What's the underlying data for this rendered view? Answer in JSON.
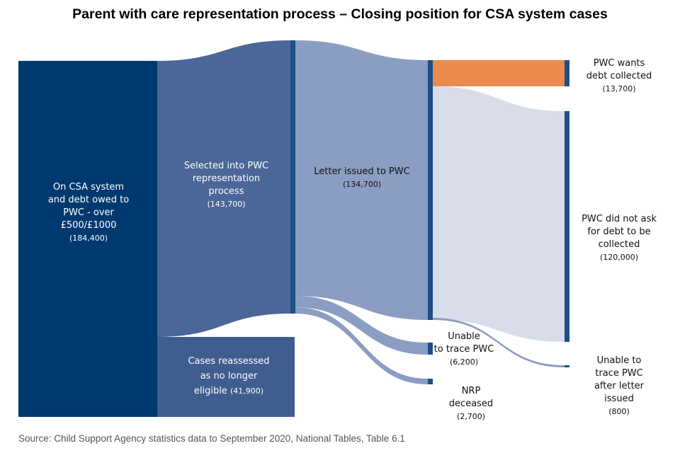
{
  "title": "Parent with care representation process – Closing position for CSA system cases",
  "source": "Source: Child Support Agency statistics data to September 2020, National Tables, Table 6.1",
  "colors": {
    "node_dark": "#00396f",
    "node_selected": "#4a6797",
    "node_reassessed": "#3f5d8e",
    "node_letter": "#8b9dc2",
    "bar": "#1d4f86",
    "flow_pale": "#d9dde9",
    "flow_mid": "#8b9dc2",
    "flow_orange": "#ea8a4e"
  },
  "nodes": {
    "on_csa": {
      "lines": [
        "On CSA system",
        "and debt owed to",
        "PWC - over",
        "£500/£1000"
      ],
      "value": "(184,400)"
    },
    "selected": {
      "lines": [
        "Selected into PWC",
        "representation",
        "process"
      ],
      "value": "(143,700)"
    },
    "reassessed": {
      "lines": [
        "Cases reassessed",
        "as no longer",
        "eligible"
      ],
      "value": "(41,900)"
    },
    "letter": {
      "lines": [
        "Letter issued to PWC"
      ],
      "value": "(134,700)"
    },
    "unable": {
      "lines": [
        "Unable",
        "to trace PWC"
      ],
      "value": "(6,200)"
    },
    "nrp": {
      "lines": [
        "NRP",
        "deceased"
      ],
      "value": "(2,700)"
    },
    "wants": {
      "lines": [
        "PWC wants",
        "debt collected"
      ],
      "value": "(13,700)"
    },
    "did_not_ask": {
      "lines": [
        "PWC did not ask",
        "for debt to be",
        "collected"
      ],
      "value": "(120,000)"
    },
    "unable_after": {
      "lines": [
        "Unable to",
        "trace PWC",
        "after letter",
        "issued"
      ],
      "value": "(800)"
    }
  }
}
